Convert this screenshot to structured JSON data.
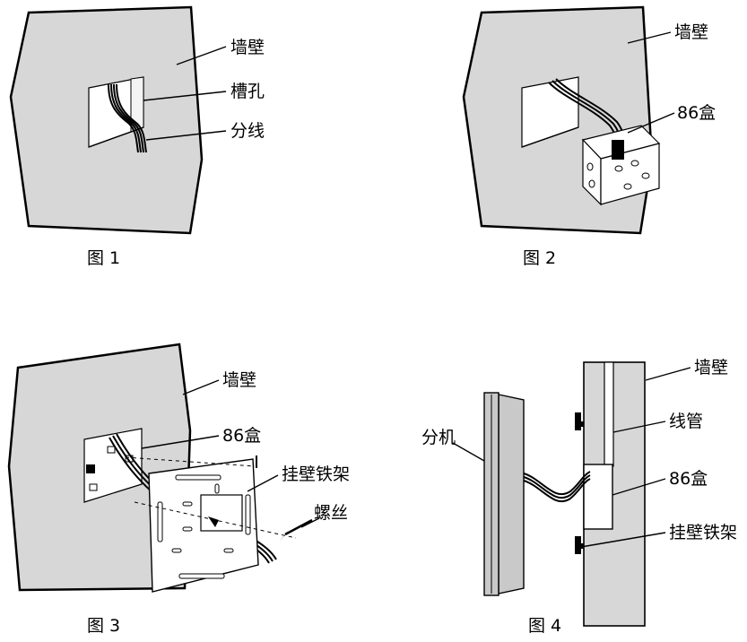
{
  "colors": {
    "wall_fill": "#d7d7d7",
    "outline": "#000000",
    "background": "#ffffff"
  },
  "fig1": {
    "caption": "图 1",
    "labels": {
      "wall": "墙壁",
      "slot": "槽孔",
      "split_wire": "分线"
    }
  },
  "fig2": {
    "caption": "图 2",
    "labels": {
      "wall": "墙壁",
      "box": "86盒"
    }
  },
  "fig3": {
    "caption": "图 3",
    "labels": {
      "wall": "墙壁",
      "box": "86盒",
      "bracket": "挂壁铁架",
      "screw": "螺丝"
    }
  },
  "fig4": {
    "caption": "图 4",
    "labels": {
      "wall": "墙壁",
      "extension": "分机",
      "conduit": "线管",
      "box": "86盒",
      "bracket": "挂壁铁架"
    }
  }
}
